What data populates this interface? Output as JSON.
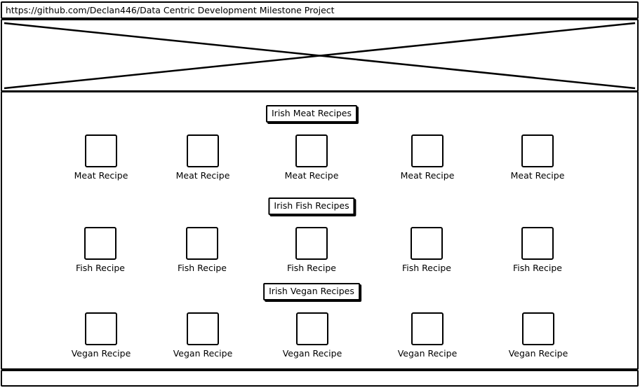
{
  "address_bar": {
    "url": "https://github.com/Declan446/Data Centric Development Milestone Project"
  },
  "hero": {
    "icon": "image-placeholder-icon"
  },
  "sections": {
    "meat": {
      "title": "Irish Meat Recipes",
      "items": [
        "Meat Recipe",
        "Meat Recipe",
        "Meat Recipe",
        "Meat Recipe",
        "Meat Recipe"
      ]
    },
    "fish": {
      "title": "Irish Fish Recipes",
      "items": [
        "Fish Recipe",
        "Fish Recipe",
        "Fish Recipe",
        "Fish Recipe",
        "Fish Recipe"
      ]
    },
    "vegan": {
      "title": "Irish Vegan Recipes",
      "items": [
        "Vegan Recipe",
        "Vegan Recipe",
        "Vegan Recipe",
        "Vegan Recipe",
        "Vegan Recipe"
      ]
    }
  }
}
